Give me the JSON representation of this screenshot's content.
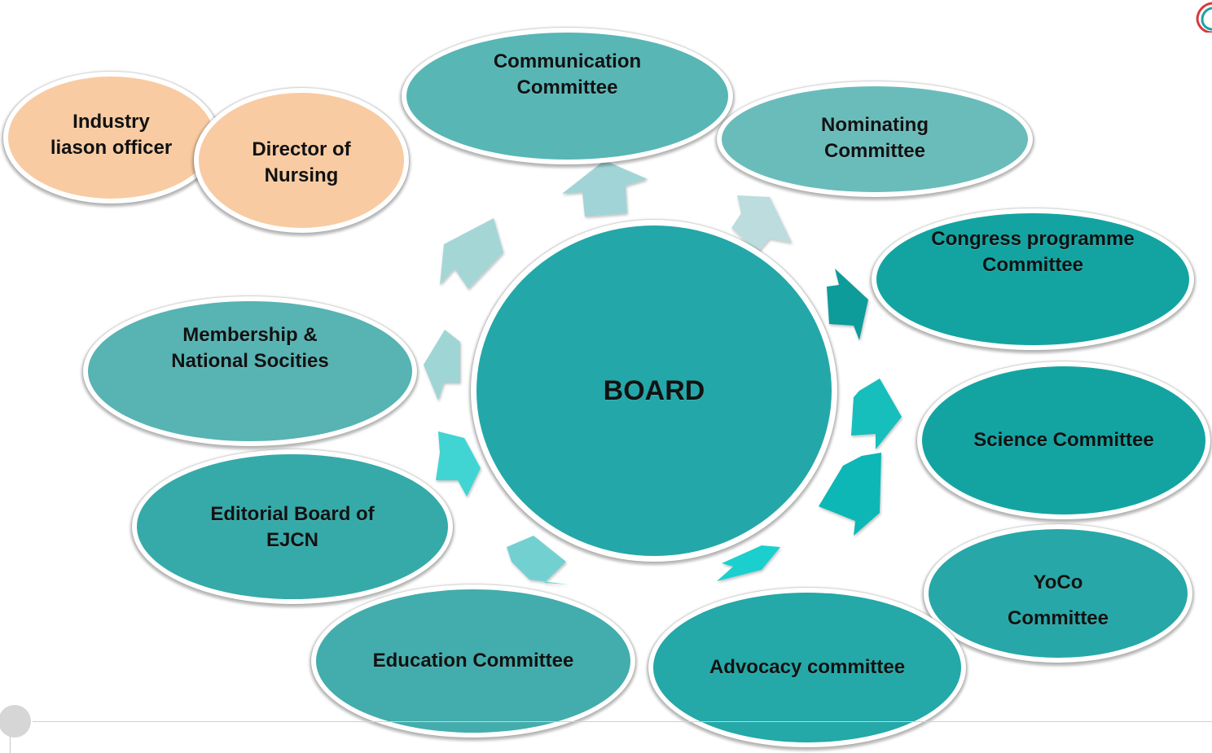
{
  "diagram": {
    "center": {
      "label": "BOARD"
    },
    "committees": [
      {
        "key": "communication",
        "label": "Communication\nCommittee"
      },
      {
        "key": "nominating",
        "label": "Nominating\nCommittee"
      },
      {
        "key": "congress",
        "label": "Congress programme\nCommittee"
      },
      {
        "key": "science",
        "label": "Science Committee"
      },
      {
        "key": "yoco",
        "label": "YoCo\nCommittee"
      },
      {
        "key": "advocacy",
        "label": "Advocacy committee"
      },
      {
        "key": "education",
        "label": "Education Committee"
      },
      {
        "key": "editorial",
        "label": "Editorial Board of\nEJCN"
      },
      {
        "key": "membership",
        "label": "Membership &\nNational Socities"
      }
    ],
    "officers": [
      {
        "key": "industry",
        "label": "Industry\nliason officer"
      },
      {
        "key": "director",
        "label": "Director of\nNursing"
      }
    ]
  },
  "colors": {
    "board": "#24a7a9",
    "teal_dark": "#13a4a2",
    "teal_mid": "#3eaeac",
    "teal_soft": "#58b6b5",
    "peach": "#f8cba2",
    "arrow_pale": "#a1d4d6",
    "arrow_bright": "#12bebc",
    "arrow_dark": "#0d9c9a"
  }
}
